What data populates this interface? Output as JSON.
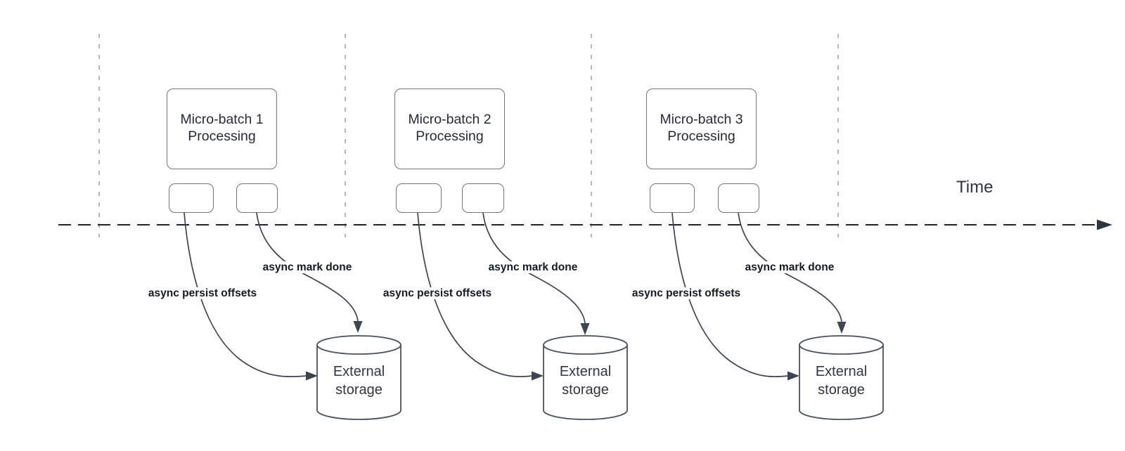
{
  "canvas": {
    "background": "#ffffff"
  },
  "time_axis": {
    "label": "Time"
  },
  "groups": [
    {
      "title_lines": [
        "Micro-batch 1",
        "Processing"
      ],
      "persist_label": "async persist offsets",
      "mark_label": "async mark done",
      "storage_lines": [
        "External",
        "storage"
      ]
    },
    {
      "title_lines": [
        "Micro-batch 2",
        "Processing"
      ],
      "persist_label": "async persist offsets",
      "mark_label": "async mark done",
      "storage_lines": [
        "External",
        "storage"
      ]
    },
    {
      "title_lines": [
        "Micro-batch 3",
        "Processing"
      ],
      "persist_label": "async persist offsets",
      "mark_label": "async mark done",
      "storage_lines": [
        "External",
        "storage"
      ]
    }
  ],
  "colors": {
    "timeline": "#1f252c",
    "gridline": "#9aa0a6",
    "shape_outline": "#6f757d",
    "cylinder_outline": "#4a515a",
    "curve": "#3e4551",
    "box_text": "#262c35",
    "edge_label_text": "#131a23",
    "storage_text": "#31373f",
    "time_text": "#2e3540"
  }
}
